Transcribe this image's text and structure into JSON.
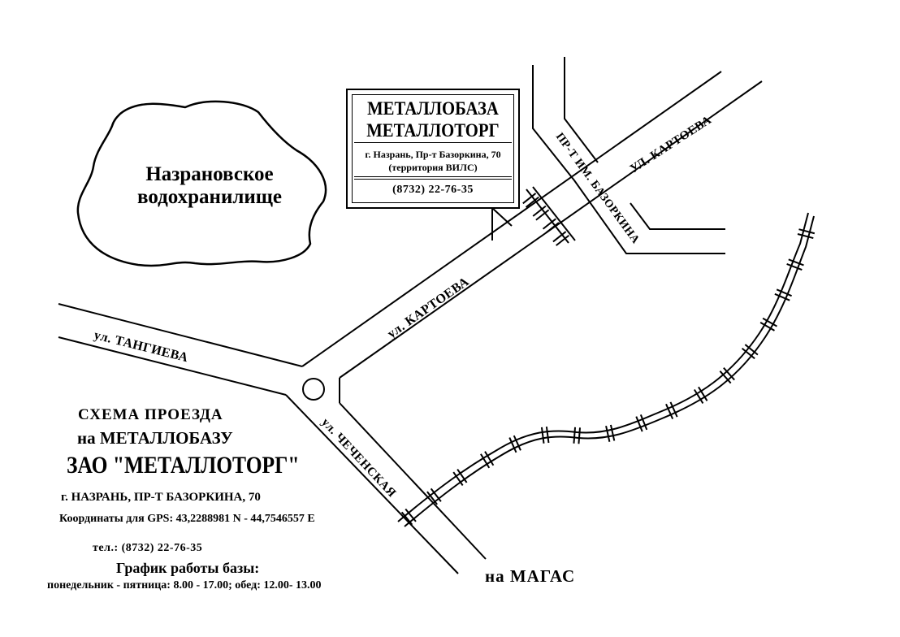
{
  "lake": {
    "name_line1": "Назрановское",
    "name_line2": "водохранилище"
  },
  "streets": {
    "kartoeva_upper": "УЛ. КАРТОЕВА",
    "bazorkina": "ПР-Т ИМ. БАЗОРКИНА",
    "kartoeva_lower": "ул. КАРТОЕВА",
    "tangieva": "ул. ТАНГИЕВА",
    "chechenskaya": "ул. ЧЕЧЕНСКАЯ"
  },
  "sign": {
    "line1": "МЕТАЛЛОБАЗА",
    "line2": "МЕТАЛЛОТОРГ",
    "address": "г. Назрань, Пр-т Базоркина, 70",
    "territory": "(территория ВИЛС)",
    "phone": "(8732) 22-76-35"
  },
  "info": {
    "title": "СХЕМА ПРОЕЗДА",
    "subtitle": "на МЕТАЛЛОБАЗУ",
    "company": "ЗАО \"МЕТАЛЛОТОРГ\"",
    "address": "г. НАЗРАНЬ, ПР-Т БАЗОРКИНА, 70",
    "gps": "Координаты для GPS: 43,2288981 N - 44,7546557 E",
    "phone": "тел.: (8732) 22-76-35",
    "schedule_title": "График работы базы:",
    "schedule": "понедельник - пятница: 8.00 - 17.00; обед: 12.00- 13.00"
  },
  "destination": "на МАГАС",
  "colors": {
    "ink": "#000000",
    "paper": "#ffffff"
  }
}
